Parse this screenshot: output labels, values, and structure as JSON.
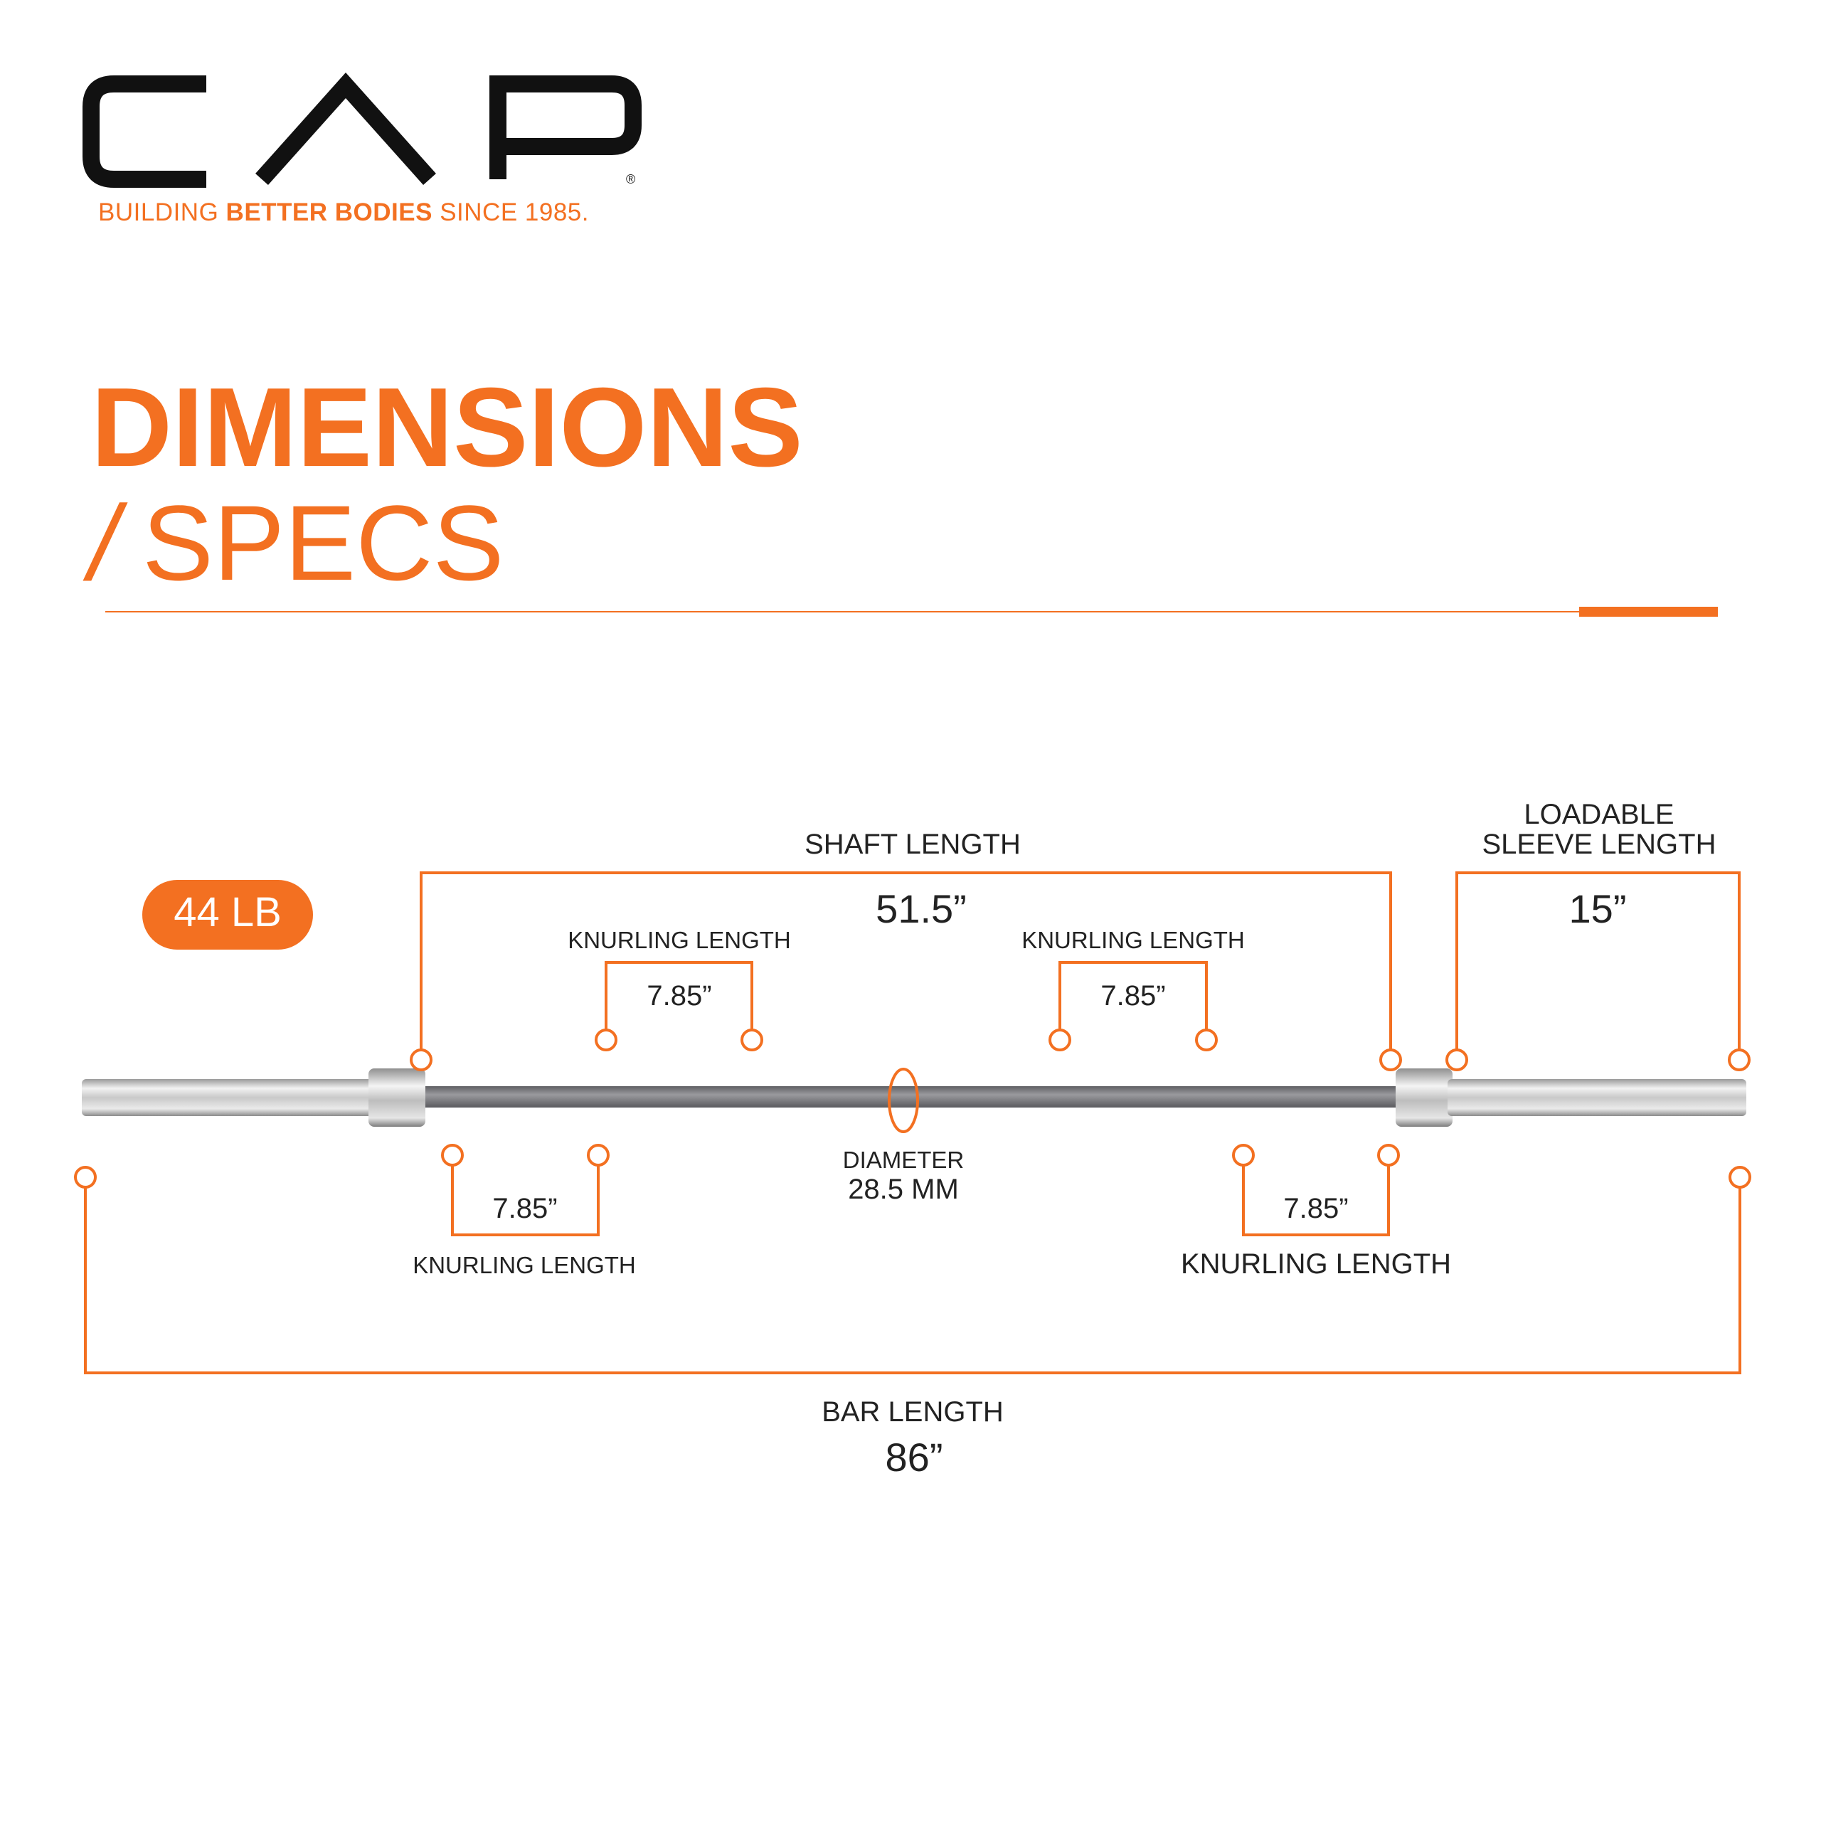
{
  "brand": {
    "logo_text": "CAP",
    "registered_mark": "®",
    "tagline_pre": "BUILDING ",
    "tagline_bold": "BETTER BODIES",
    "tagline_post": " SINCE 1985."
  },
  "heading": {
    "title": "DIMENSIONS",
    "subtitle_slash": "/",
    "subtitle": "SPECS"
  },
  "weight_badge": "44 LB",
  "labels": {
    "shaft_title": "SHAFT LENGTH",
    "shaft_value": "51.5”",
    "sleeve_title_1": "LOADABLE",
    "sleeve_title_2": "SLEEVE  LENGTH",
    "sleeve_value": "15”",
    "knurl_top_left_title": "KNURLING LENGTH",
    "knurl_top_left_value": "7.85”",
    "knurl_top_right_title": "KNURLING LENGTH",
    "knurl_top_right_value": "7.85”",
    "knurl_bottom_left_title": "KNURLING LENGTH",
    "knurl_bottom_left_value": "7.85”",
    "knurl_bottom_right_title": "KNURLING LENGTH",
    "knurl_bottom_right_value": "7.85”",
    "diameter_title": "DIAMETER",
    "diameter_value": "28.5 MM",
    "bar_title": "BAR LENGTH",
    "bar_value": "86”"
  },
  "colors": {
    "accent": "#f37021",
    "text": "#222222",
    "logo": "#111111",
    "shaft": "#7a7a7e",
    "sleeve": "#c8c8c8"
  }
}
